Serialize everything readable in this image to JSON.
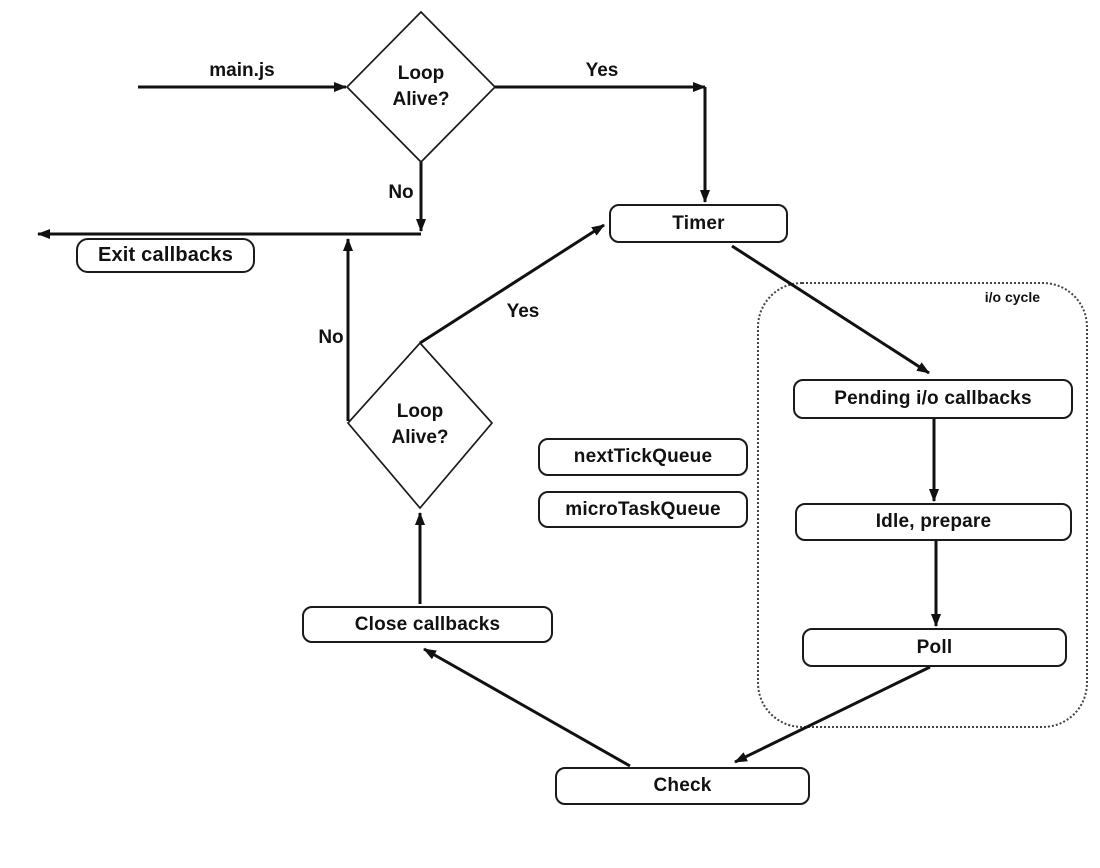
{
  "diagram": {
    "title_hint": "Node.js event loop flowchart",
    "nodes": {
      "loop_alive_top": "Loop Alive?",
      "timer": "Timer",
      "exit_callbacks": "Exit callbacks",
      "loop_alive_bottom": "Loop Alive?",
      "next_tick_queue": "nextTickQueue",
      "micro_task_queue": "microTaskQueue",
      "pending_io_callbacks": "Pending i/o callbacks",
      "idle_prepare": "Idle, prepare",
      "poll": "Poll",
      "close_callbacks": "Close callbacks",
      "check": "Check",
      "io_cycle_group": "i/o cycle"
    },
    "edge_labels": {
      "main_js": "main.js",
      "yes_top": "Yes",
      "no_top": "No",
      "yes_bottom": "Yes",
      "no_bottom": "No"
    },
    "colors": {
      "line": "#111111",
      "node_border": "#1a1a1a",
      "group_border": "#444444",
      "background": "#ffffff",
      "text": "#111111"
    }
  }
}
